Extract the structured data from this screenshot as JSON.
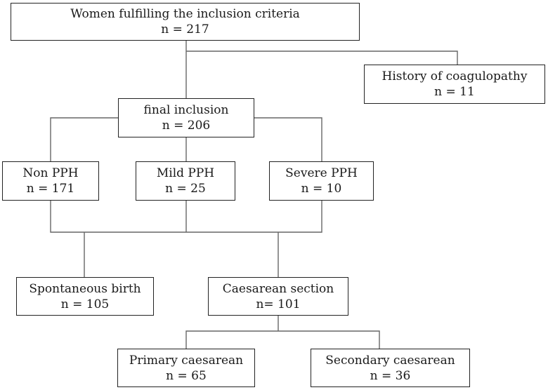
{
  "flowchart": {
    "nodes": [
      {
        "id": "inclusion",
        "label": "Women fulfilling the inclusion criteria",
        "count": "n = 217"
      },
      {
        "id": "coagulopathy",
        "label": "History of coagulopathy",
        "count": "n = 11"
      },
      {
        "id": "final",
        "label": "final inclusion",
        "count": "n = 206"
      },
      {
        "id": "non-pph",
        "label": "Non PPH",
        "count": "n = 171"
      },
      {
        "id": "mild-pph",
        "label": "Mild PPH",
        "count": "n = 25"
      },
      {
        "id": "severe-pph",
        "label": "Severe PPH",
        "count": "n = 10"
      },
      {
        "id": "spontaneous",
        "label": "Spontaneous birth",
        "count": "n = 105"
      },
      {
        "id": "caesarean",
        "label": "Caesarean section",
        "count": "n= 101"
      },
      {
        "id": "primary",
        "label": "Primary caesarean",
        "count": "n = 65"
      },
      {
        "id": "secondary",
        "label": "Secondary caesarean",
        "count": "n = 36"
      }
    ]
  }
}
